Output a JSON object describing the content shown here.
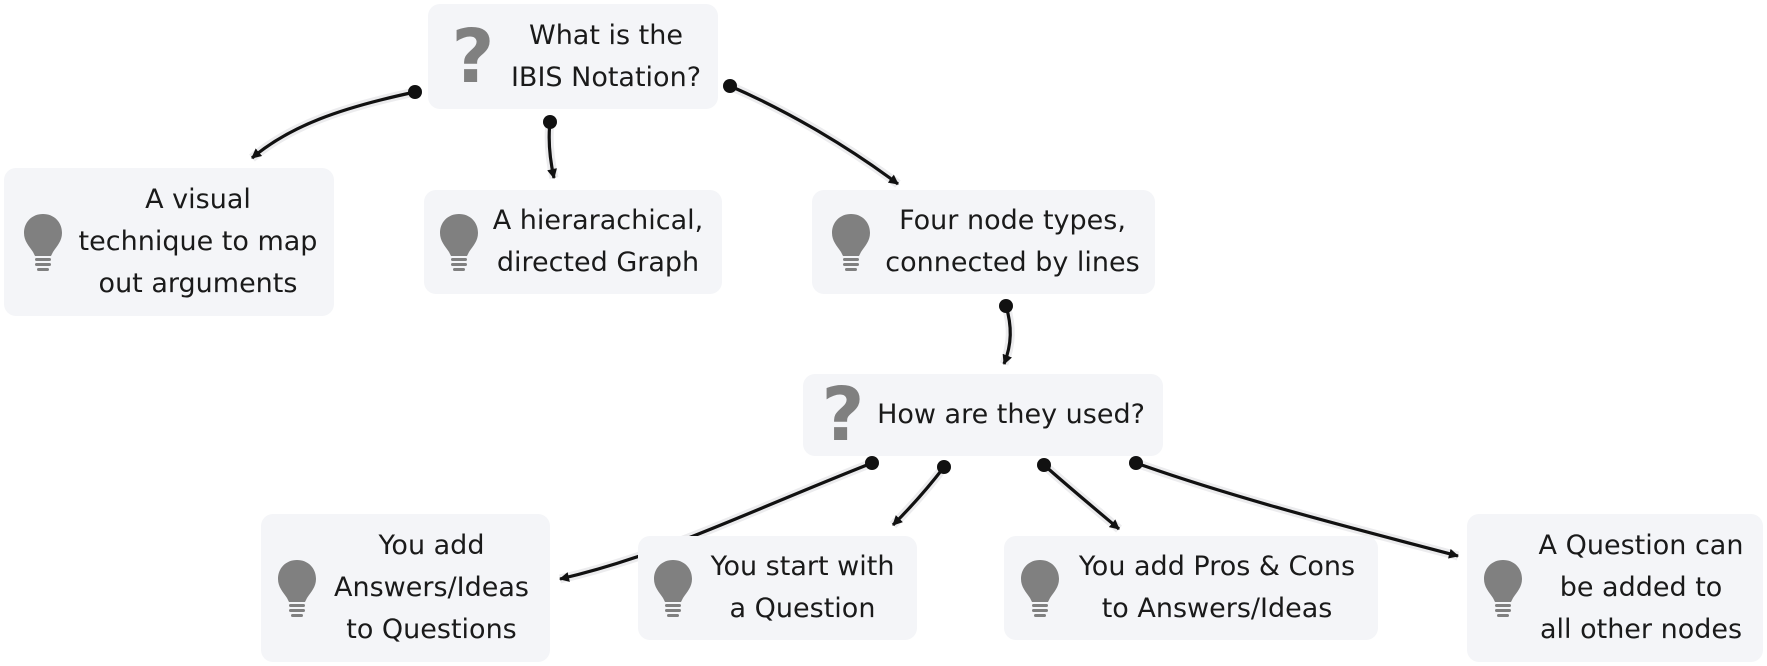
{
  "diagram": {
    "icons": {
      "question": "question-mark-icon",
      "idea": "lightbulb-icon",
      "question_glyph": "?"
    },
    "colors": {
      "node_background": "#f4f5f8",
      "icon": "#808080",
      "edge": "#111111",
      "text": "#1a1a1a"
    },
    "nodes": {
      "root": {
        "type": "question",
        "label": "What is the\nIBIS Notation?"
      },
      "visual": {
        "type": "idea",
        "label": "A visual\ntechnique to map\nout arguments"
      },
      "graph": {
        "type": "idea",
        "label": "A hierarachical,\ndirected Graph"
      },
      "four": {
        "type": "idea",
        "label": "Four node types,\nconnected by lines"
      },
      "how": {
        "type": "question",
        "label": "How are they used?"
      },
      "answers": {
        "type": "idea",
        "label": "You add\nAnswers/Ideas\nto Questions"
      },
      "start": {
        "type": "idea",
        "label": "You start with\na Question"
      },
      "pros": {
        "type": "idea",
        "label": "You add Pros & Cons\nto Answers/Ideas"
      },
      "added": {
        "type": "idea",
        "label": "A Question can\nbe added to\nall other nodes"
      }
    },
    "edges": [
      {
        "from": "root",
        "to": "visual"
      },
      {
        "from": "root",
        "to": "graph"
      },
      {
        "from": "root",
        "to": "four"
      },
      {
        "from": "four",
        "to": "how"
      },
      {
        "from": "how",
        "to": "answers"
      },
      {
        "from": "how",
        "to": "start"
      },
      {
        "from": "how",
        "to": "pros"
      },
      {
        "from": "how",
        "to": "added"
      }
    ]
  }
}
